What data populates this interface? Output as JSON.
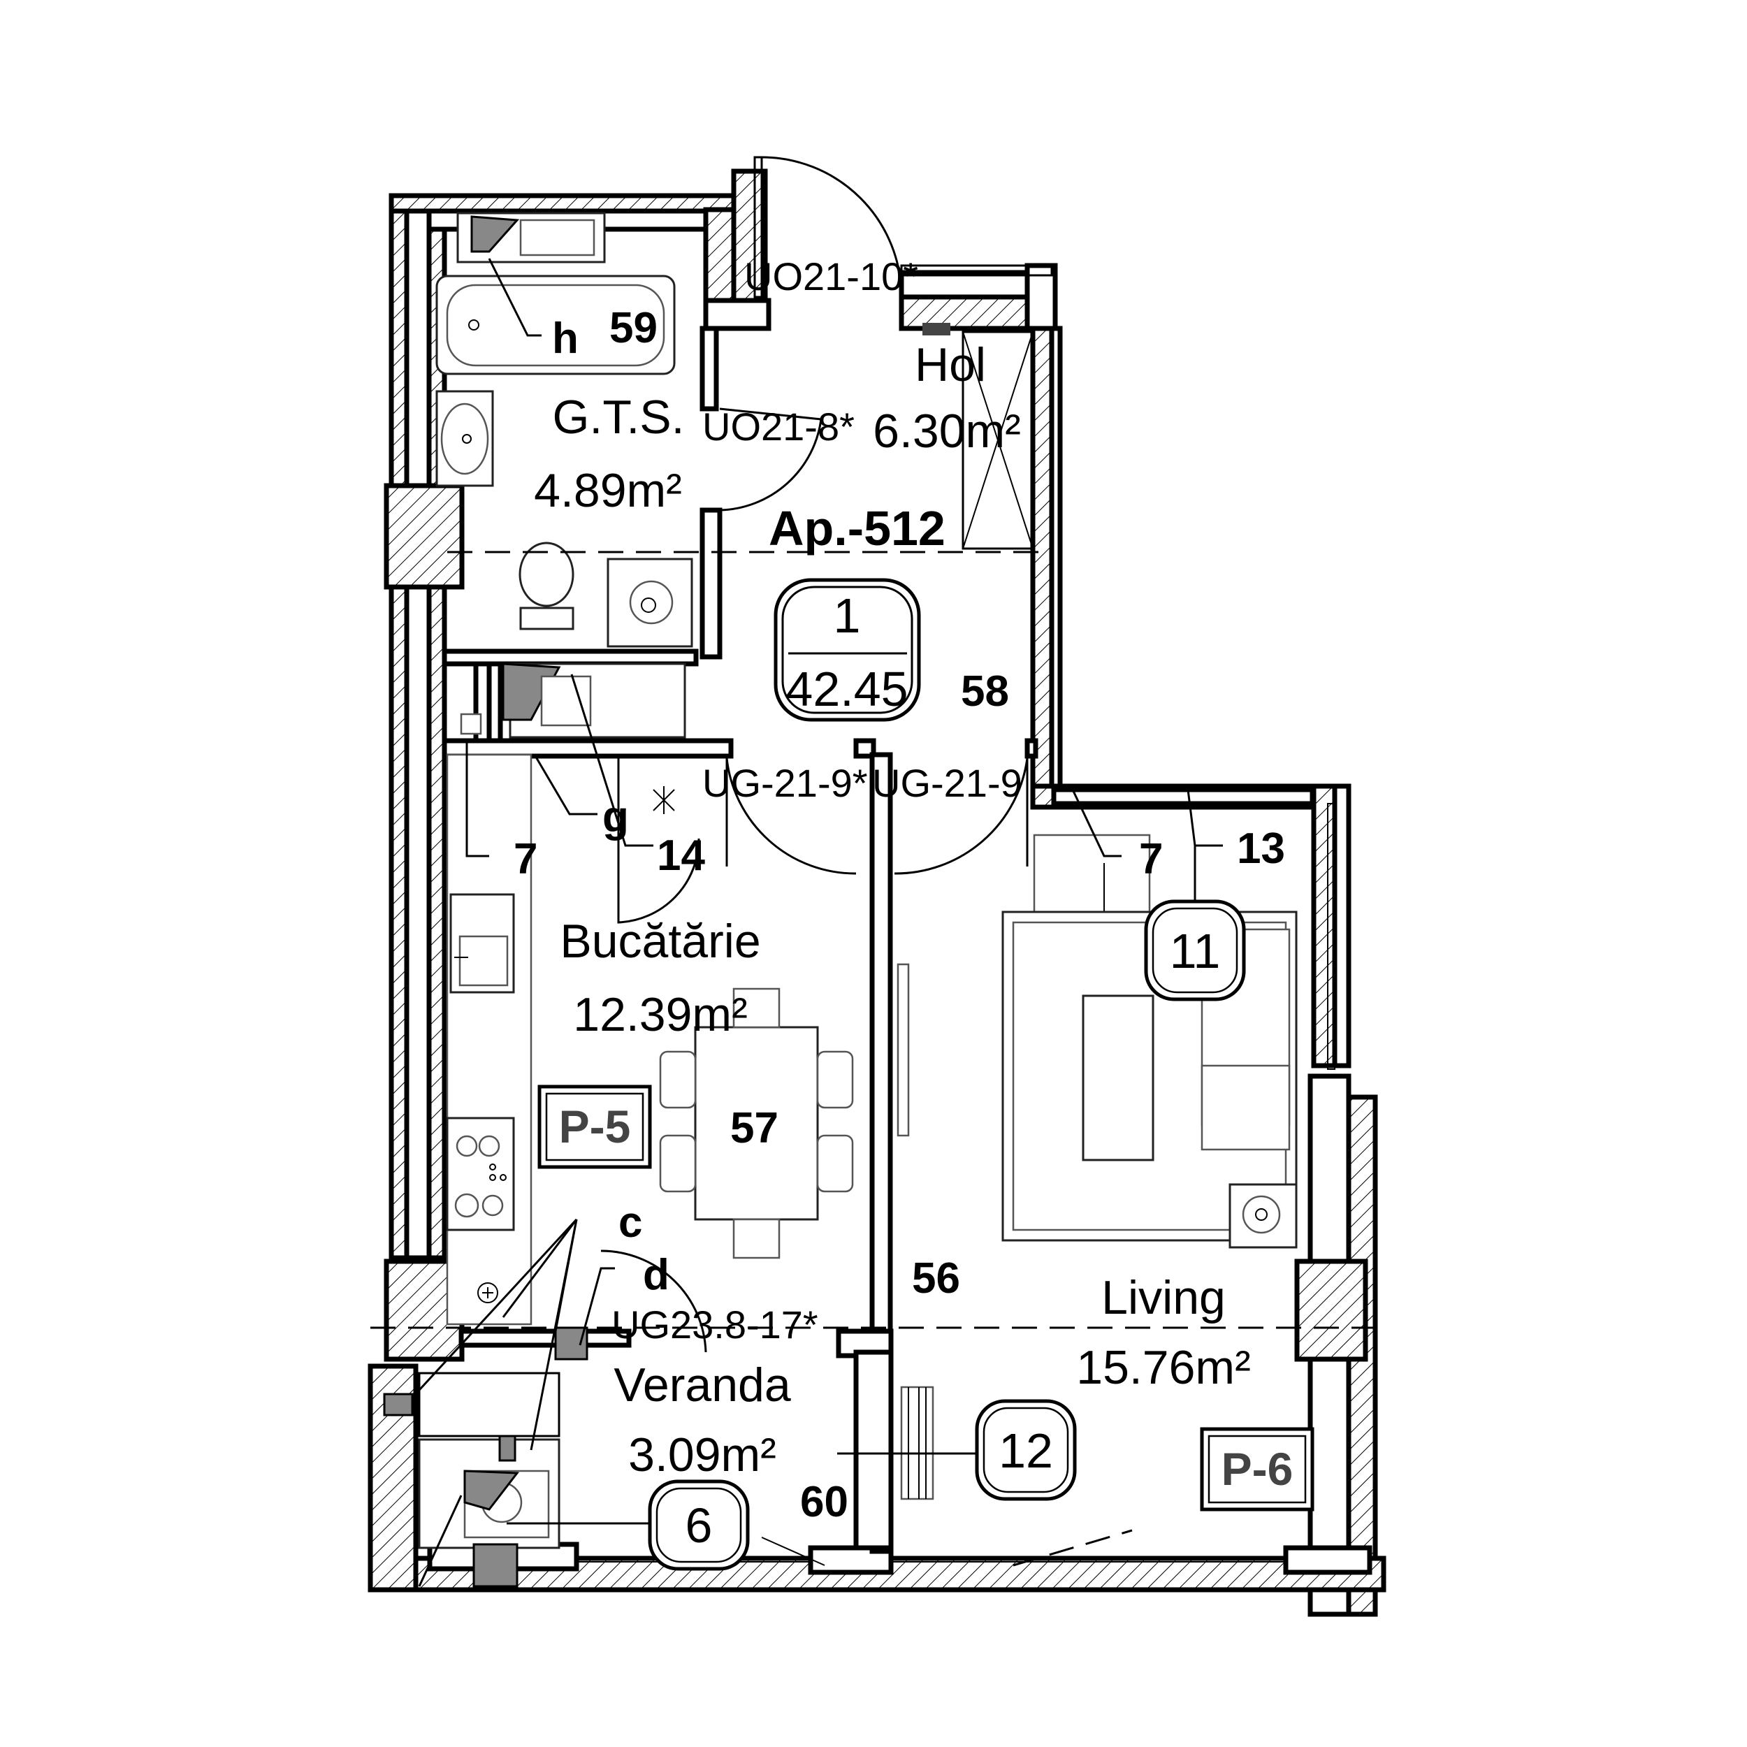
{
  "apartment": {
    "label": "Ap.-512",
    "unit_number": "1",
    "total_area": "42.45"
  },
  "rooms": {
    "gts": {
      "name": "G.T.S.",
      "area": "4.89m²"
    },
    "hol": {
      "name": "Hol",
      "area": "6.30m²"
    },
    "bucatarie": {
      "name": "Bucătărie",
      "area": "12.39m²"
    },
    "living": {
      "name": "Living",
      "area": "15.76m²"
    },
    "veranda": {
      "name": "Veranda",
      "area": "3.09m²"
    }
  },
  "doors": {
    "entrance": "UO21-10*",
    "bath": "UO21-8*",
    "kitchen": "UG-21-9*",
    "living": "UG-21-9",
    "veranda": "UG23.8-17*"
  },
  "panels": {
    "kitchen": "P-5",
    "living": "P-6"
  },
  "markers": {
    "h": "h",
    "g": "g",
    "c": "c",
    "d": "d",
    "n59": "59",
    "n58": "58",
    "n57": "57",
    "n56": "56",
    "n60": "60",
    "n7a": "7",
    "n7b": "7",
    "n14": "14",
    "n13": "13"
  },
  "bubbles": {
    "b11": "11",
    "b12": "12",
    "b6": "6"
  }
}
